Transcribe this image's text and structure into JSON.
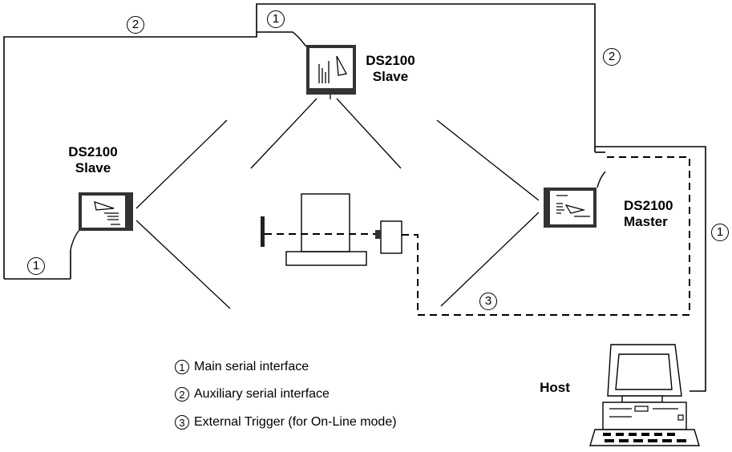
{
  "devices": {
    "slave_top": {
      "line1": "DS2100",
      "line2": "Slave"
    },
    "slave_left": {
      "line1": "DS2100",
      "line2": "Slave"
    },
    "master": {
      "line1": "DS2100",
      "line2": "Master"
    },
    "host": "Host"
  },
  "connection_markers": {
    "main": "1",
    "auxiliary": "2",
    "trigger": "3"
  },
  "legend": [
    {
      "num": "1",
      "text": "Main serial interface"
    },
    {
      "num": "2",
      "text": "Auxiliary serial interface"
    },
    {
      "num": "3",
      "text": "External Trigger (for On-Line mode)"
    }
  ]
}
